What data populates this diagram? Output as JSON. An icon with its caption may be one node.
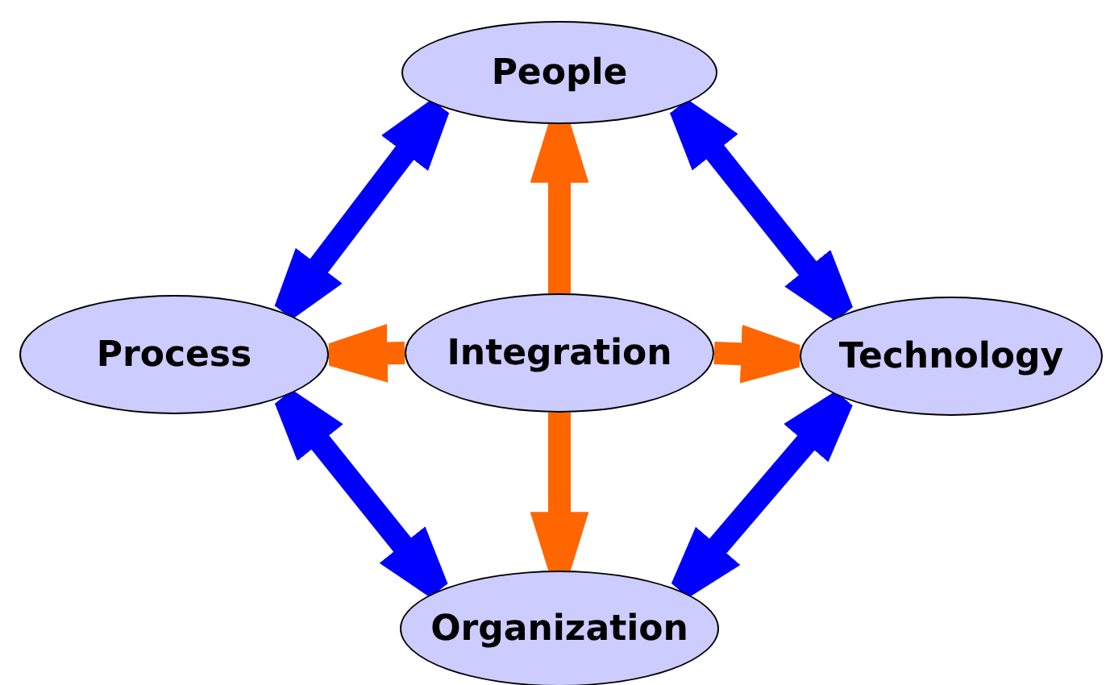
{
  "diagram": {
    "nodes": [
      {
        "text": [
          "People"
        ]
      },
      {
        "text": [
          "Process"
        ]
      },
      {
        "text": [
          "Integration"
        ]
      },
      {
        "text": [
          "Technology"
        ]
      },
      {
        "text": [
          "Organization"
        ]
      }
    ],
    "edges": [
      {
        "from": 0,
        "to": 1,
        "arrow": "both",
        "color": "#0000ff"
      },
      {
        "from": 0,
        "to": 3,
        "arrow": "both",
        "color": "#0000ff"
      },
      {
        "from": 1,
        "to": 4,
        "arrow": "both",
        "color": "#0000ff"
      },
      {
        "from": 3,
        "to": 4,
        "arrow": "both",
        "color": "#0000ff"
      },
      {
        "from": 2,
        "to": 0,
        "arrow": "to",
        "color": "#ff6600"
      },
      {
        "from": 2,
        "to": 1,
        "arrow": "to",
        "color": "#ff6600"
      },
      {
        "from": 2,
        "to": 3,
        "arrow": "to",
        "color": "#ff6600"
      },
      {
        "from": 2,
        "to": 4,
        "arrow": "to",
        "color": "#ff6600"
      }
    ]
  }
}
